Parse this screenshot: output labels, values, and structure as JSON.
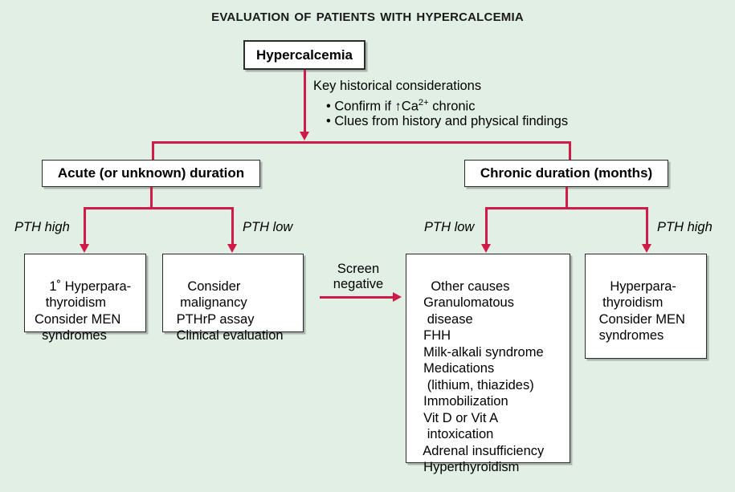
{
  "title": "Evaluation of Patients with Hypercalcemia",
  "colors": {
    "background": "#e2efe4",
    "connector": "#d01a4a",
    "box_border": "#2b2b2b",
    "box_fill": "#ffffff",
    "text": "#000000"
  },
  "root_box": {
    "label": "Hypercalcemia"
  },
  "key_considerations": {
    "heading": "Key historical considerations",
    "bullets": [
      "• Confirm if ↑Ca2+ chronic",
      "• Clues from history and physical findings"
    ],
    "bullet_1_prefix": "• Confirm if ↑Ca",
    "bullet_1_sup": "2+",
    "bullet_1_suffix": " chronic",
    "bullet_2": "• Clues from history and physical findings"
  },
  "branches": {
    "acute": {
      "label": "Acute (or unknown) duration",
      "left_edge_label": "PTH high",
      "right_edge_label": "PTH low",
      "outcomes": [
        {
          "name": "primary-hyperparathyroidism",
          "lines": "1˚ Hyperpara-\n   thyroidism\nConsider MEN\n  syndromes"
        },
        {
          "name": "malignancy-workup",
          "lines": "Consider\n  malignancy\n PTHrP assay\n Clinical evaluation"
        }
      ]
    },
    "chronic": {
      "label": "Chronic duration (months)",
      "left_edge_label": "PTH low",
      "right_edge_label": "PTH high",
      "outcomes": [
        {
          "name": "other-causes",
          "lines": "Other causes\n  Granulomatous\n   disease\n  FHH\n  Milk-alkali syndrome\n  Medications\n   (lithium, thiazides)\n  Immobilization\n  Vit D or Vit A\n   intoxication\n  Adrenal insufficiency\n  Hyperthyroidism"
        },
        {
          "name": "hyperparathyroidism-men",
          "lines": "Hyperpara-\n  thyroidism\n Consider MEN\n syndromes"
        }
      ]
    }
  },
  "screen_link": {
    "label": "Screen\nnegative"
  }
}
